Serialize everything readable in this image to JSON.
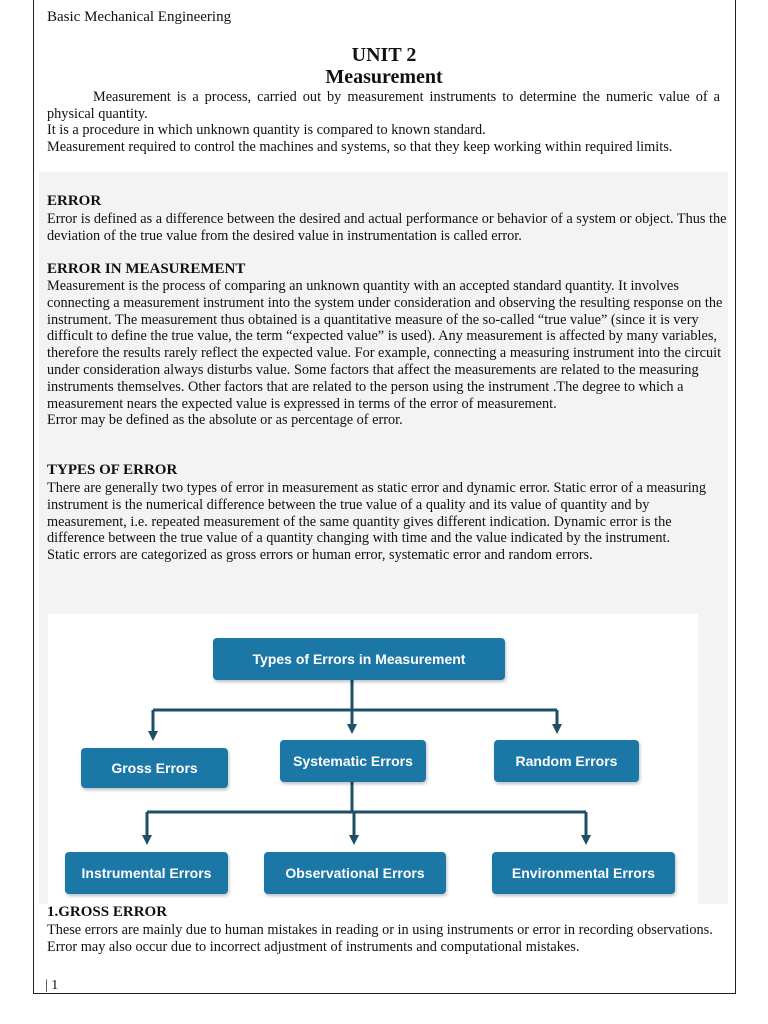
{
  "header": {
    "course": "Basic Mechanical Engineering"
  },
  "title": {
    "unit": "UNIT 2",
    "topic": "Measurement"
  },
  "intro": [
    "Measurement is a process, carried out by measurement instruments to determine the numeric value of a physical quantity.",
    "It is a procedure in which unknown quantity is compared to known standard.",
    "Measurement required to control the machines and systems, so that they keep working within required limits."
  ],
  "sections": {
    "error": {
      "heading": "ERROR",
      "body": "Error is defined as a difference between the desired and actual performance or behavior of a system or object. Thus the deviation of the true value from the desired value in instrumentation is called error."
    },
    "error_in_measurement": {
      "heading": "ERROR IN MEASUREMENT",
      "body": "Measurement is the process of comparing an unknown quantity with an accepted standard quantity. It involves connecting a measurement instrument into the system under consideration and observing the resulting response on the instrument. The measurement thus obtained is a quantitative measure of the so-called “true value” (since it is very difficult to define the true value, the term “expected value” is used). Any measurement is affected by many variables, therefore the results rarely reflect the expected value. For example, connecting a measuring instrument into the circuit under consideration always disturbs value. Some factors that affect the measurements are related to the measuring instruments themselves. Other factors that are related to the person using the instrument .The degree to which a measurement nears the expected value is expressed in terms of the error of measurement.",
      "body2": "Error may be defined as the absolute or as percentage of error."
    },
    "types_of_error": {
      "heading": "TYPES OF ERROR",
      "body": "There are generally two types of error in measurement as static error and dynamic error. Static error of a measuring instrument is the numerical difference between the true value of a quality and its value of quantity and by measurement, i.e. repeated measurement of the same quantity gives different indication. Dynamic error is the difference between the true value of a quantity changing with time and the value indicated by the instrument.",
      "body2": "Static errors are categorized as gross errors or human error, systematic error and random errors."
    },
    "gross_error": {
      "heading": "1.GROSS ERROR",
      "body": "These errors are mainly due to human mistakes in reading or in using instruments or error in recording observations. Error may also occur due to incorrect adjustment of instruments and computational mistakes."
    }
  },
  "diagram": {
    "root": "Types of Errors in Measurement",
    "level1": [
      "Gross Errors",
      "Systematic Errors",
      "Random Errors"
    ],
    "level2": [
      "Instrumental Errors",
      "Observational Errors",
      "Environmental Errors"
    ],
    "box_color": "#1b78a6",
    "line_color": "#1f4f66"
  },
  "footer": {
    "page": "| 1"
  }
}
